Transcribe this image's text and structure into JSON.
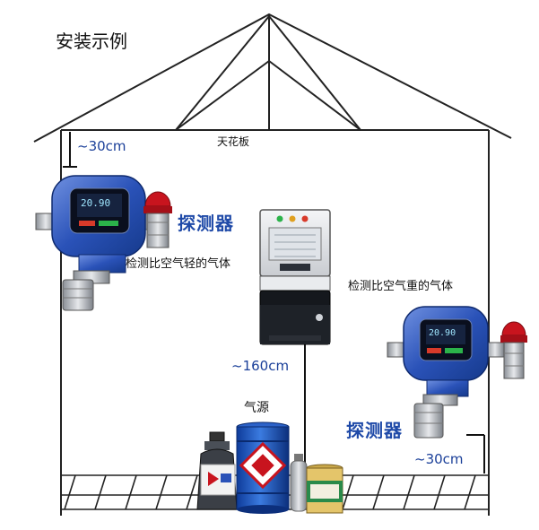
{
  "title": "安装示例",
  "ceiling_label": "天花板",
  "dims": {
    "top_gap": "~30cm",
    "controller_height": "~160cm",
    "floor_gap": "~30cm"
  },
  "detectors": {
    "left": {
      "label": "探测器",
      "note": "检测比空气轻的气体",
      "display": "20.90"
    },
    "right": {
      "label": "探测器",
      "note": "检测比空气重的气体",
      "display": "20.90"
    }
  },
  "gas_source_label": "气源",
  "colors": {
    "line": "#222222",
    "detector_blue": "#2a52b8",
    "text_blue": "#1f4aa8",
    "alarm_red": "#c8141e"
  },
  "icons": [
    "gas-detector-icon",
    "alarm-light-icon",
    "controller-cabinet-icon",
    "gas-cylinder-icon",
    "gas-drum-icon"
  ]
}
